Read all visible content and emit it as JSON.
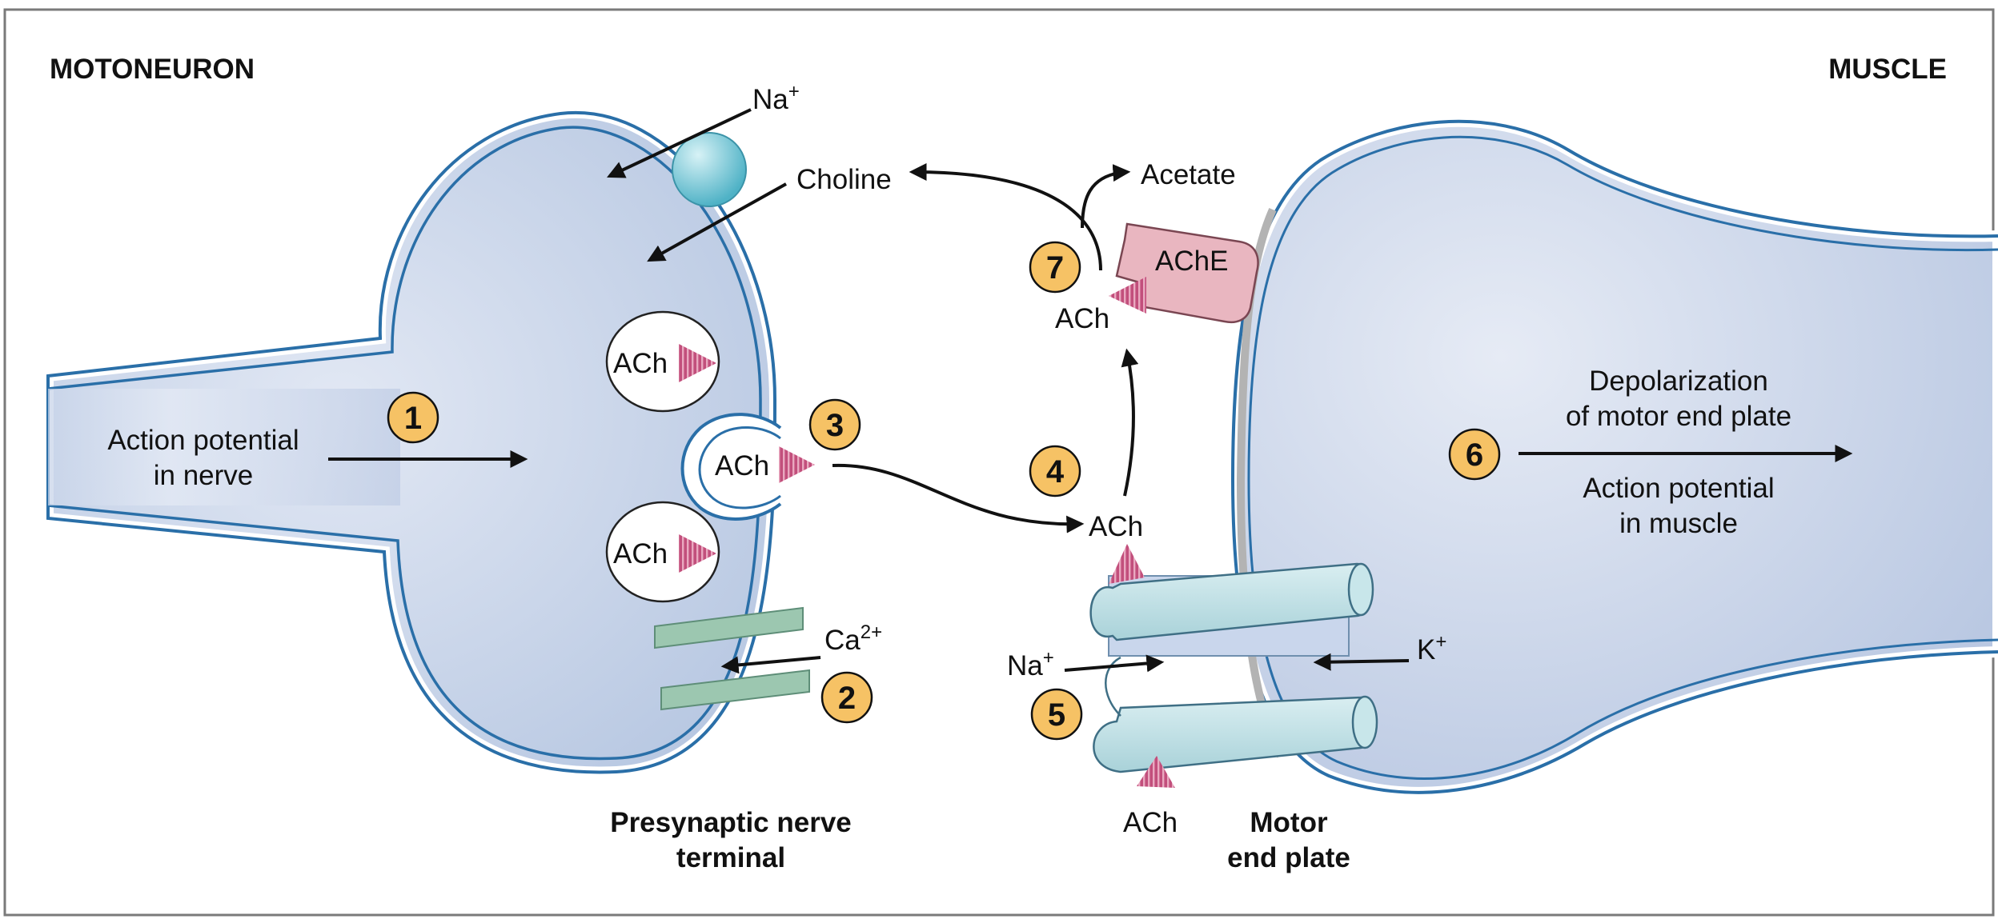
{
  "headers": {
    "left": "MOTONEURON",
    "right": "MUSCLE"
  },
  "labels": {
    "na_top": "Na",
    "na_top_sup": "+",
    "choline": "Choline",
    "acetate": "Acetate",
    "ache": "AChE",
    "ach": "ACh",
    "action_nerve_1": "Action potential",
    "action_nerve_2": "in nerve",
    "ca": "Ca",
    "ca_sup": "2+",
    "na_channel": "Na",
    "na_channel_sup": "+",
    "k_channel": "K",
    "k_channel_sup": "+",
    "depol_1": "Depolarization",
    "depol_2": "of motor end plate",
    "action_muscle_1": "Action potential",
    "action_muscle_2": "in muscle",
    "presynaptic_1": "Presynaptic nerve",
    "presynaptic_2": "terminal",
    "endplate_1": "Motor",
    "endplate_2": "end plate"
  },
  "steps": [
    "1",
    "2",
    "3",
    "4",
    "5",
    "6",
    "7"
  ],
  "colors": {
    "membrane": "#2a6fa8",
    "cell_fill": "#c3d0e6",
    "cell_light": "#e6ebf5",
    "step_circle": "#f6c265",
    "ach_triangle": "#c2527e",
    "ache_fill": "#e9b6c0",
    "channel": "#b9dde2",
    "ca_channel": "#9cc7b0",
    "pump": "#5bbfd0"
  }
}
